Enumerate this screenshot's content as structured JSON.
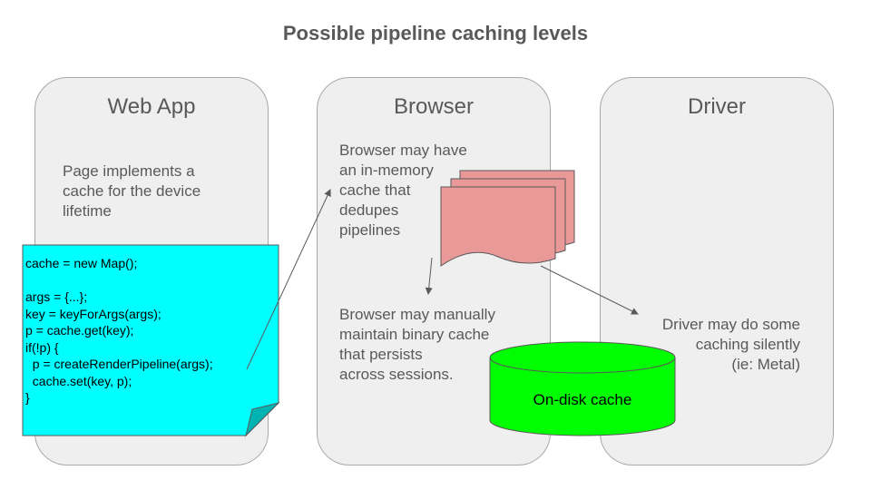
{
  "title": "Possible pipeline caching levels",
  "lanes": [
    {
      "title": "Web App",
      "description": "Page implements a\ncache for the device\nlifetime"
    },
    {
      "title": "Browser",
      "description": "Browser may have\nan in-memory\ncache that\ndedupes\npipelines"
    },
    {
      "title": "Driver",
      "description": "Driver may do some\ncaching silently\n(ie: Metal)"
    }
  ],
  "browser_disk_text": "Browser may manually\nmaintain binary cache\nthat persists\nacross sessions.",
  "code": "cache = new Map();\n\nargs = {...};\nkey = keyForArgs(args);\np = cache.get(key);\nif(!p) {\n  p = createRenderPipeline(args);\n  cache.set(key, p);\n}",
  "disk_label": "On-disk cache",
  "colors": {
    "lane_fill": "#efefef",
    "code_note_fill": "#00ffff",
    "memory_cache_fill": "#ea9999",
    "disk_fill": "#00ff00"
  }
}
